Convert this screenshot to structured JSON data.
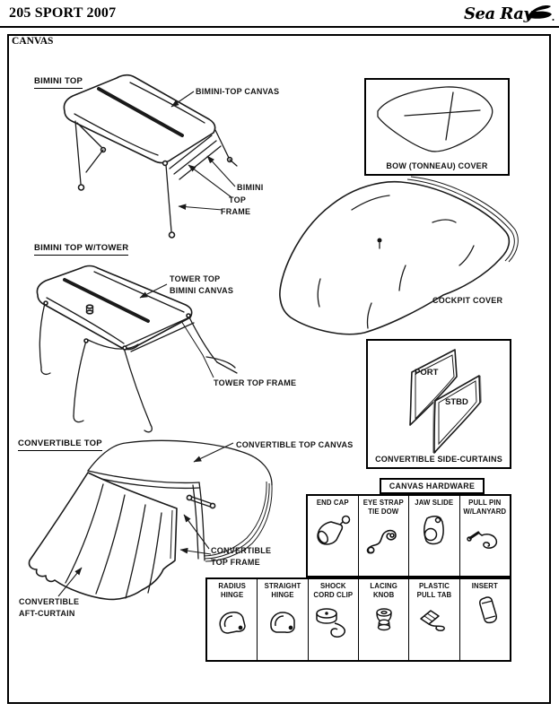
{
  "header": {
    "model": "205 SPORT 2007",
    "brand": "Sea Ray"
  },
  "section": {
    "title": "CANVAS"
  },
  "bimini_top": {
    "title": "BIMINI TOP",
    "canvas_callout": "BIMINI-TOP CANVAS",
    "frame_callout_l1": "BIMINI",
    "frame_callout_l2": "TOP",
    "frame_callout_l3": "FRAME"
  },
  "bimini_tower": {
    "title": "BIMINI TOP W/TOWER",
    "canvas_callout": "TOWER TOP\nBIMINI CANVAS",
    "frame_callout": "TOWER TOP FRAME"
  },
  "bow_cover": {
    "caption": "BOW (TONNEAU) COVER"
  },
  "cockpit_cover": {
    "caption": "COCKPIT COVER"
  },
  "side_curtains": {
    "port": "PORT",
    "stbd": "STBD",
    "caption": "CONVERTIBLE SIDE-CURTAINS"
  },
  "convertible_top": {
    "title": "CONVERTIBLE TOP",
    "canvas_callout": "CONVERTIBLE TOP CANVAS",
    "frame_callout": "CONVERTIBLE\nTOP FRAME",
    "aft_callout": "CONVERTIBLE\nAFT-CURTAIN"
  },
  "hardware": {
    "title": "CANVAS HARDWARE",
    "row1": [
      {
        "label": "END CAP",
        "icon": "end-cap-icon"
      },
      {
        "label": "EYE STRAP\nTIE DOW",
        "icon": "eye-strap-tie-down-icon"
      },
      {
        "label": "JAW SLIDE",
        "icon": "jaw-slide-icon"
      },
      {
        "label": "PULL PIN\nW/LANYARD",
        "icon": "pull-pin-lanyard-icon"
      }
    ],
    "row2": [
      {
        "label": "RADIUS\nHINGE",
        "icon": "radius-hinge-icon"
      },
      {
        "label": "STRAIGHT\nHINGE",
        "icon": "straight-hinge-icon"
      },
      {
        "label": "SHOCK\nCORD CLIP",
        "icon": "shock-cord-clip-icon"
      },
      {
        "label": "LACING\nKNOB",
        "icon": "lacing-knob-icon"
      },
      {
        "label": "PLASTIC\nPULL TAB",
        "icon": "plastic-pull-tab-icon"
      },
      {
        "label": "INSERT",
        "icon": "insert-icon"
      }
    ]
  }
}
